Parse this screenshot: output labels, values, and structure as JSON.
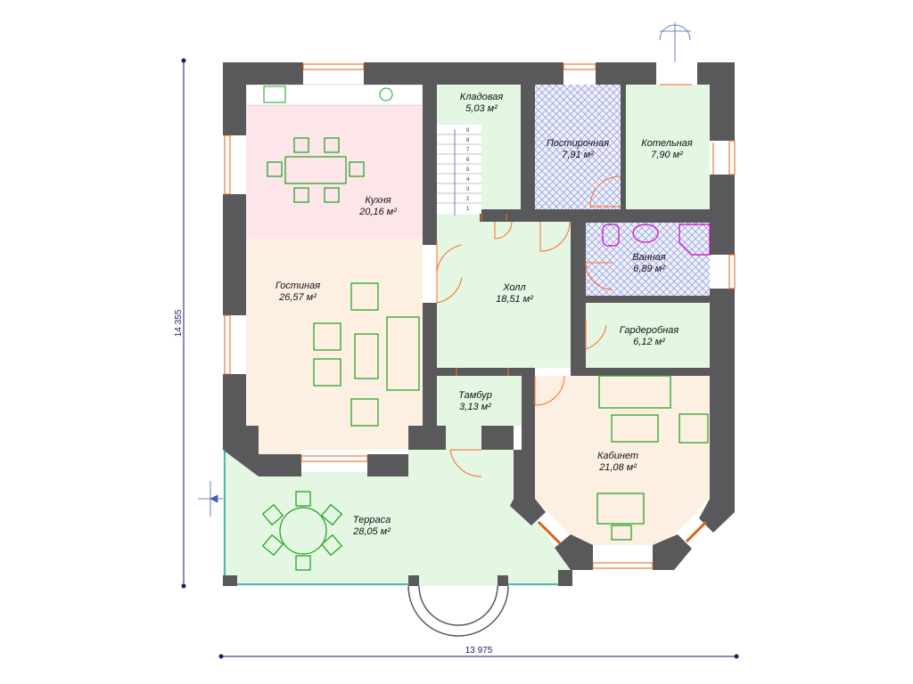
{
  "colors": {
    "wall": "#59595c",
    "kitchen": "#fde6ea",
    "living": "#fdf0e3",
    "hall": "#e3f7e3",
    "utility": "#dfe3f7",
    "study": "#fdf0e3",
    "furniture": "#19a019",
    "door": "#ff6b2b",
    "dimension": "#1a1a66",
    "sanitary": "#d000d0"
  },
  "dimensions": {
    "width_label": "13 975",
    "height_label": "14 355"
  },
  "rooms": {
    "kladovaya": {
      "name": "Кладовая",
      "area": "5,03 м²"
    },
    "postirochnaya": {
      "name": "Постирочная",
      "area": "7,91 м²"
    },
    "kotelnaya": {
      "name": "Котельная",
      "area": "7,90 м²"
    },
    "kuhnya": {
      "name": "Кухня",
      "area": "20,16 м²"
    },
    "gostinaya": {
      "name": "Гостиная",
      "area": "26,57 м²"
    },
    "holl": {
      "name": "Холл",
      "area": "18,51 м²"
    },
    "vannaya": {
      "name": "Ванная",
      "area": "6,89 м²"
    },
    "garderobnaya": {
      "name": "Гардеробная",
      "area": "6,12 м²"
    },
    "tambur": {
      "name": "Тамбур",
      "area": "3,13 м²"
    },
    "kabinet": {
      "name": "Кабинет",
      "area": "21,08 м²"
    },
    "terrasa": {
      "name": "Терраса",
      "area": "28,05 м²"
    }
  },
  "stair_steps": [
    "9",
    "8",
    "7",
    "6",
    "5",
    "4",
    "3",
    "2",
    "1"
  ]
}
